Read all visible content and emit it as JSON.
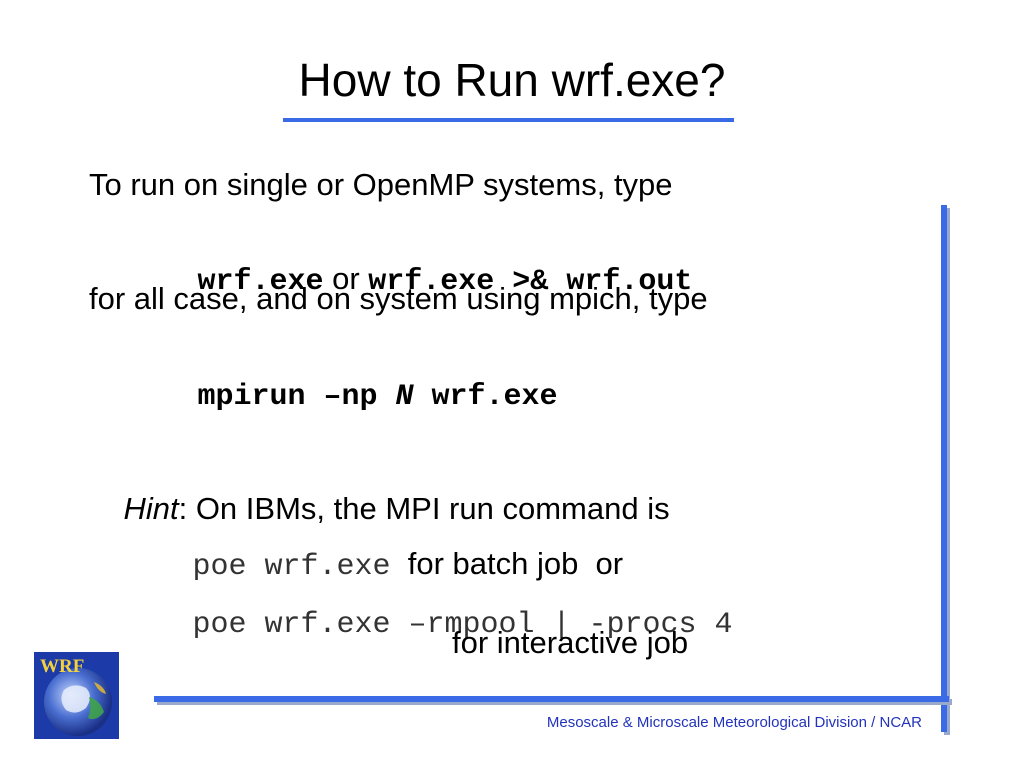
{
  "slide": {
    "title": "How to Run wrf.exe?",
    "lines": {
      "l1": "To run on single or OpenMP systems, type",
      "l2_cmd1": "wrf.exe",
      "l2_or": " or ",
      "l2_cmd2": "wrf.exe >& wrf.out",
      "l3": "for all case, and on system using mpich, type",
      "l4_cmd_a": "mpirun –np ",
      "l4_cmd_n": "N",
      "l4_cmd_b": " wrf.exe",
      "l5_hint": "Hint",
      "l5_rest": ": On IBMs, the MPI run command is",
      "l6_cmd": "poe wrf.exe",
      "l6_text": "  for batch job  or",
      "l7_cmd": "poe wrf.exe –rmpool | -procs 4",
      "l8_text": "for interactive job"
    },
    "footer": "Mesoscale & Microscale Meteorological Division / NCAR",
    "logo_text": "WRF"
  },
  "colors": {
    "accent": "#3b6ae6",
    "footer_text": "#2233bb"
  }
}
